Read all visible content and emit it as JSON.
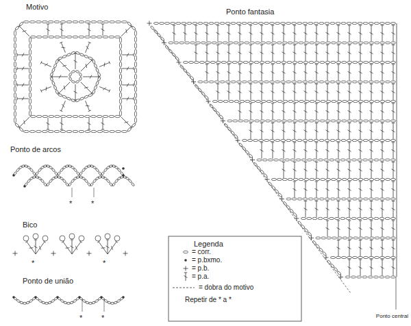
{
  "diagram": {
    "labels": [
      "Motivo",
      "Ponto fantasia",
      "Ponto de arcos",
      "Bico",
      "Ponto de união",
      "Legenda",
      "Repetir de * a *",
      "Ponto central",
      "*",
      "*",
      "*",
      "*",
      "*",
      "*"
    ],
    "legend": [
      {
        "text": "= corr."
      },
      {
        "text": "= p.bxmo."
      },
      {
        "text": "= p.b."
      },
      {
        "text": "= p.a."
      },
      {
        "text": "= dobra do motivo"
      }
    ]
  }
}
